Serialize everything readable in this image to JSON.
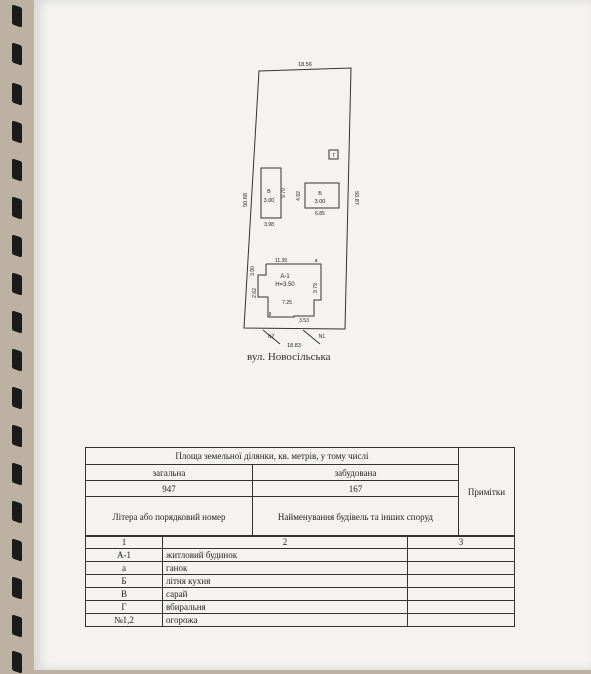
{
  "plan": {
    "top_width": "18.56",
    "bottom_width": "18.83",
    "left_side": "50.68",
    "right_side": "50.87",
    "building_v": {
      "label": "В",
      "height": "3.00",
      "side": "9.70",
      "width": "3.98"
    },
    "building_b": {
      "label": "Б",
      "height": "3.00",
      "side": "4.92",
      "width": "6.85"
    },
    "house": {
      "label": "А-1",
      "height": "Н=3.50",
      "dim_top": "11.39",
      "dim_right": "9.79",
      "dim_inner": "7.25",
      "dim_bottom": "3.53",
      "dim_left1": "3.90",
      "dim_left2": "2.62",
      "porch": "а"
    },
    "gate": "Г",
    "fence1": "N1",
    "fence2": "N2",
    "street": "вул. Новосільська"
  },
  "table": {
    "header_area": "Площа земельної ділянки, кв. метрів, у тому числі",
    "total_label": "загальна",
    "built_label": "забудована",
    "total_value": "947",
    "built_value": "167",
    "notes_label": "Примітки",
    "col1_label": "Літера або порядковий номер",
    "col2_label": "Найменування будівель та інших споруд",
    "col_numbers": [
      "1",
      "2",
      "3"
    ],
    "rows": [
      {
        "code": "А-1",
        "name": "житловий будинок"
      },
      {
        "code": "а",
        "name": "ганок"
      },
      {
        "code": "Б",
        "name": "літня кухня"
      },
      {
        "code": "В",
        "name": "сарай"
      },
      {
        "code": "Г",
        "name": "вбиральня"
      },
      {
        "code": "№1,2",
        "name": "огорожа"
      }
    ]
  }
}
